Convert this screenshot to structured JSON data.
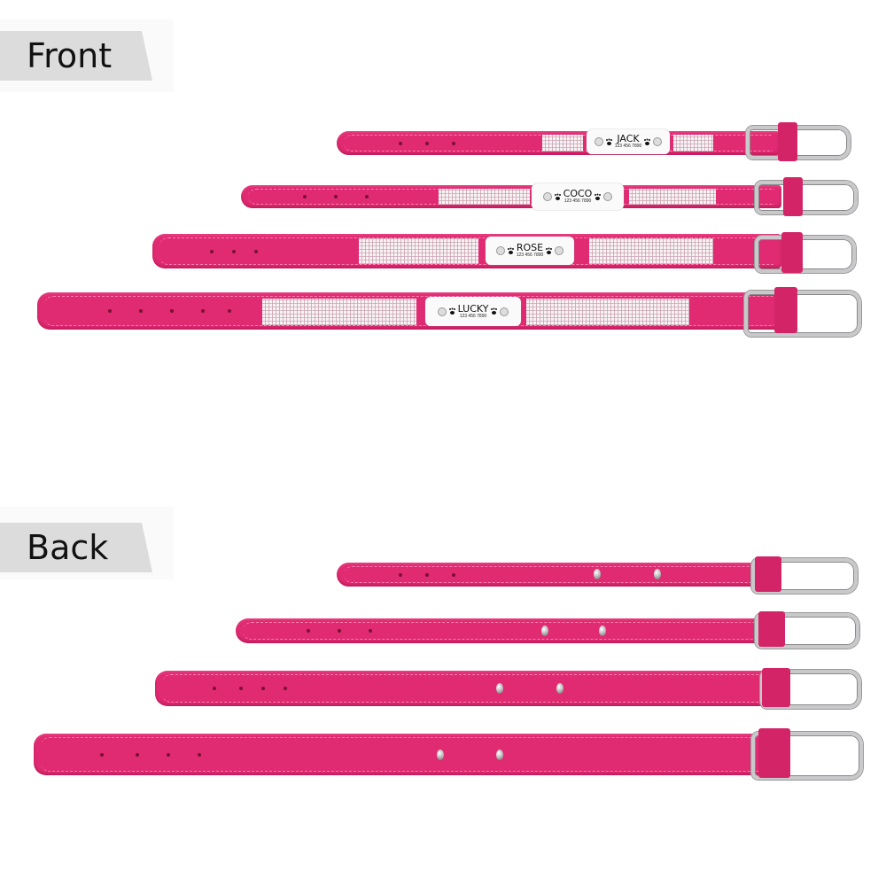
{
  "labels": {
    "front": "Front",
    "back": "Back"
  },
  "colors": {
    "strap": "#e02a72",
    "label_bg": "#dcdcdc"
  },
  "nameplates": [
    {
      "name": "JACK",
      "phone": "123 456 7890"
    },
    {
      "name": "COCO",
      "phone": "123 456 7890"
    },
    {
      "name": "ROSE",
      "phone": "123 456 7890"
    },
    {
      "name": "LUCKY",
      "phone": "123 456 7890"
    }
  ]
}
